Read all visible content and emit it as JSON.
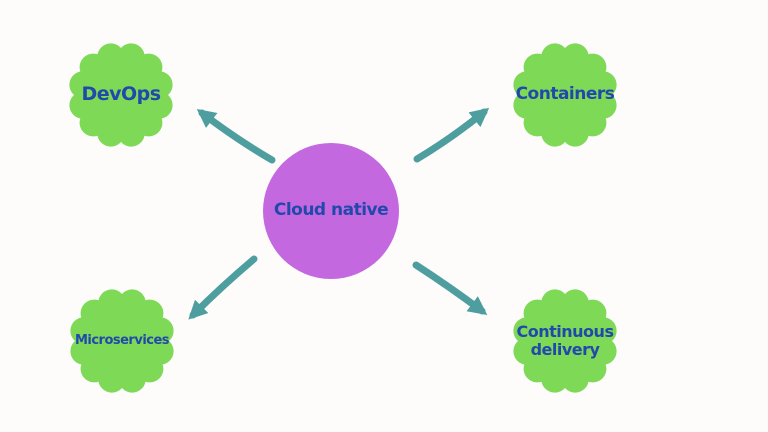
{
  "diagram": {
    "center_node": {
      "label": "Cloud native",
      "shape": "circle"
    },
    "nodes": [
      {
        "label": "DevOps",
        "position": "top-left",
        "shape": "scalloped-circle"
      },
      {
        "label": "Containers",
        "position": "top-right",
        "shape": "scalloped-circle"
      },
      {
        "label": "Microservices",
        "position": "bottom-left",
        "shape": "scalloped-circle"
      },
      {
        "label": "Continuous delivery",
        "position": "bottom-right",
        "shape": "scalloped-circle"
      }
    ],
    "arrows": [
      {
        "from": "Cloud native",
        "to": "DevOps"
      },
      {
        "from": "Cloud native",
        "to": "Containers"
      },
      {
        "from": "Cloud native",
        "to": "Microservices"
      },
      {
        "from": "Cloud native",
        "to": "Continuous delivery"
      }
    ],
    "colors": {
      "center_fill": "#c468e0",
      "node_fill": "#7ed957",
      "label_text": "#2149ac",
      "arrow": "#4e9ea0",
      "background": "#fdfcfb"
    }
  }
}
